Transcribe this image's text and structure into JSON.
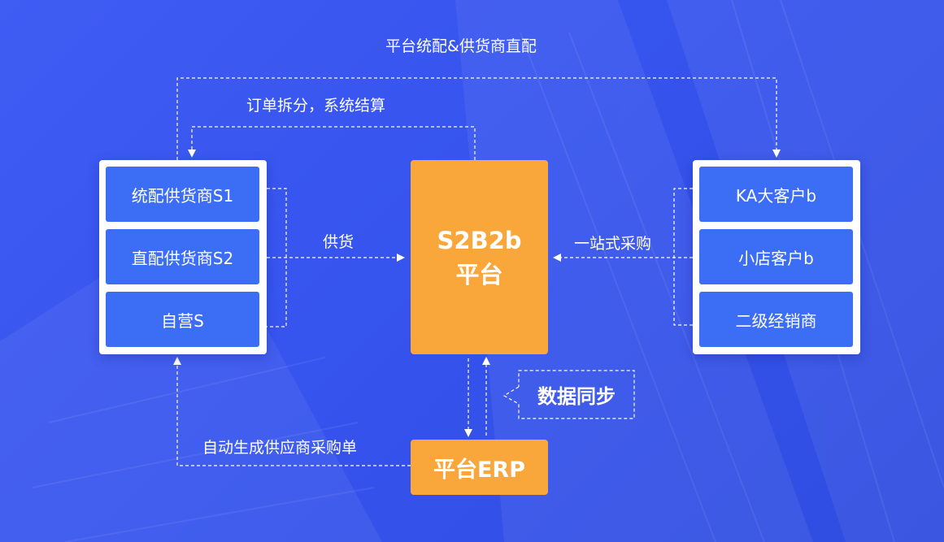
{
  "labels": {
    "top_route": "平台统配&供货商直配",
    "order_split": "订单拆分，系统结算",
    "supply": "供货",
    "one_stop": "一站式采购",
    "auto_generate": "自动生成供应商采购单",
    "data_sync": "数据同步"
  },
  "suppliers": [
    {
      "label": "统配供货商S1"
    },
    {
      "label": "直配供货商S2"
    },
    {
      "label": "自营S"
    }
  ],
  "customers": [
    {
      "label": "KA大客户b"
    },
    {
      "label": "小店客户b"
    },
    {
      "label": "二级经销商"
    }
  ],
  "platform": {
    "line1": "S2B2b",
    "line2": "平台"
  },
  "erp": {
    "label": "平台ERP"
  },
  "colors": {
    "background": "#3654ee",
    "item_blue": "#3c6df5",
    "platform_orange": "#f9a63b",
    "connector": "#ffffff"
  }
}
